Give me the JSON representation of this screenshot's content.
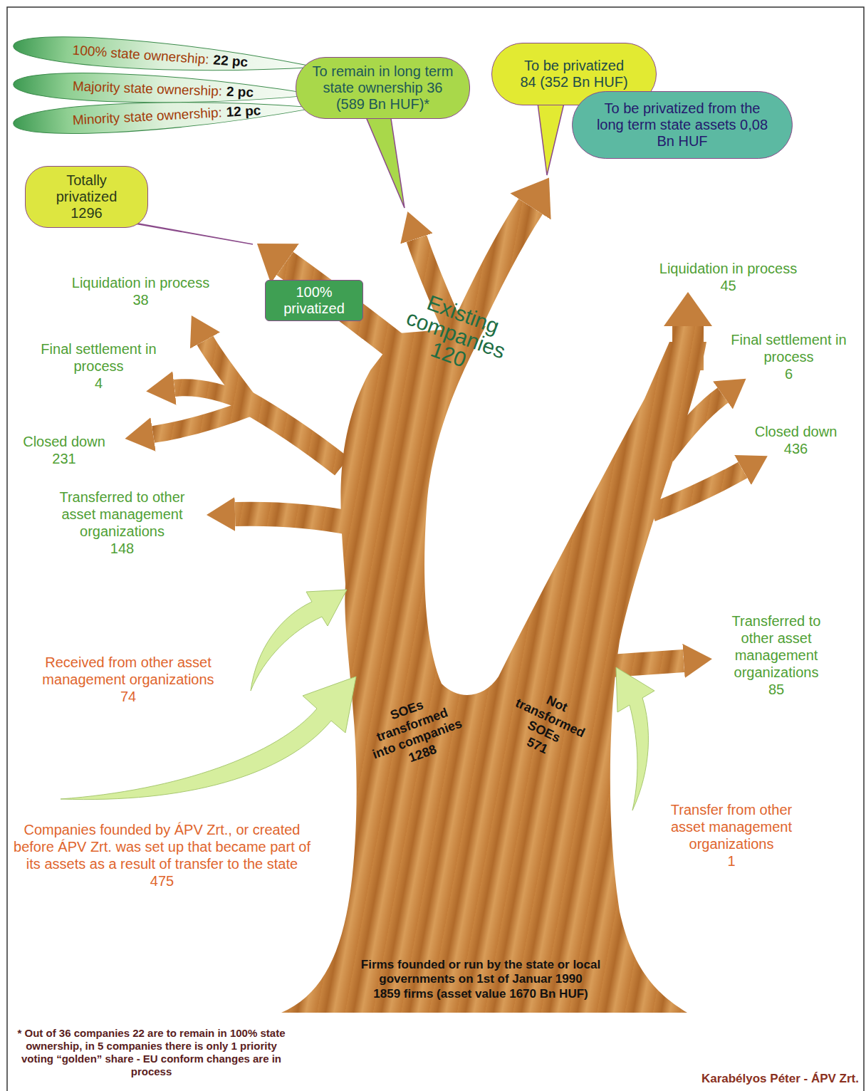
{
  "diagram": {
    "nodes": [
      {
        "text": [
          "100% state ownership:",
          "22 pc"
        ]
      },
      {
        "text": [
          "Majority state ownership:",
          "2 pc"
        ]
      },
      {
        "text": [
          "Minority state ownership:",
          "12 pc"
        ]
      },
      {
        "text": [
          "To remain in long term state ownership 36 (589 Bn HUF)*"
        ]
      },
      {
        "text": [
          "To be privatized 84 (352 Bn HUF)"
        ]
      },
      {
        "text": [
          "To be privatized from the long term state assets 0,08 Bn HUF"
        ]
      },
      {
        "text": [
          "Totally privatized 1296"
        ]
      },
      {
        "text": [
          "100% privatized"
        ]
      }
    ],
    "labels": [
      "Liquidation in process",
      "38",
      "Final settlement in process",
      "4",
      "Closed down",
      "231",
      "Transferred to other asset management organizations",
      "148",
      "Received from other asset management organizations",
      "74",
      "Companies founded by ÁPV Zrt., or created before ÁPV Zrt. was set up that became part of its assets as a result of transfer to the state",
      "475",
      "Liquidation in process",
      "45",
      "Final settlement in process",
      "6",
      "Closed down",
      "436",
      "Transferred to other asset management organizations",
      "85",
      "Transfer from other asset management organizations",
      "1",
      "Existing companies",
      "120",
      "SOEs transformed into companies",
      "1288",
      "Not transformed SOEs",
      "571",
      "Firms founded or run by the state or local governments on 1st of Januar 1990",
      "1859 firms (asset value 1670 Bn HUF)",
      "* Out of 36 companies 22 are to remain in 100% state ownership, in 5 companies there is only 1 priority voting “golden” share - EU conform changes are in process",
      "Karabélyos Péter - ÁPV Zrt."
    ]
  }
}
